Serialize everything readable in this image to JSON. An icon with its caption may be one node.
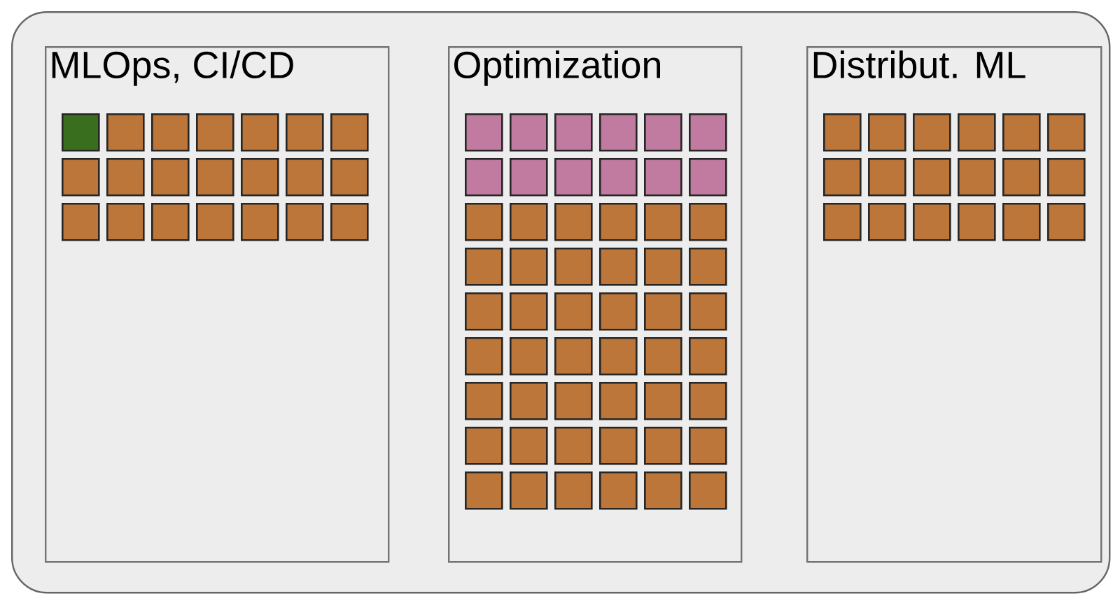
{
  "diagram": {
    "nodes": [
      {
        "text": [],
        "shape": "box"
      },
      {
        "text": [
          "MLOps, CI/CD"
        ],
        "in": 0
      },
      {
        "text": [],
        "shape": "box",
        "in": 1
      },
      {
        "text": [],
        "shape": "box",
        "in": 1
      },
      {
        "text": [],
        "shape": "box",
        "in": 1
      },
      {
        "text": [],
        "shape": "box",
        "in": 1
      },
      {
        "text": [],
        "shape": "box",
        "in": 1
      },
      {
        "text": [],
        "shape": "box",
        "in": 1
      },
      {
        "text": [],
        "shape": "box",
        "in": 1
      },
      {
        "text": [],
        "shape": "box",
        "in": 1
      },
      {
        "text": [],
        "shape": "box",
        "in": 1
      },
      {
        "text": [],
        "shape": "box",
        "in": 1
      },
      {
        "text": [],
        "shape": "box",
        "in": 1
      },
      {
        "text": [],
        "shape": "box",
        "in": 1
      },
      {
        "text": [],
        "shape": "box",
        "in": 1
      },
      {
        "text": [],
        "shape": "box",
        "in": 1
      },
      {
        "text": [],
        "shape": "box",
        "in": 1
      },
      {
        "text": [],
        "shape": "box",
        "in": 1
      },
      {
        "text": [],
        "shape": "box",
        "in": 1
      },
      {
        "text": [],
        "shape": "box",
        "in": 1
      },
      {
        "text": [],
        "shape": "box",
        "in": 1
      },
      {
        "text": [],
        "shape": "box",
        "in": 1
      },
      {
        "text": [],
        "shape": "box",
        "in": 1
      },
      {
        "text": [
          "Optimization"
        ],
        "in": 0
      },
      {
        "text": [],
        "shape": "box",
        "in": 23
      },
      {
        "text": [],
        "shape": "box",
        "in": 23
      },
      {
        "text": [],
        "shape": "box",
        "in": 23
      },
      {
        "text": [],
        "shape": "box",
        "in": 23
      },
      {
        "text": [],
        "shape": "box",
        "in": 23
      },
      {
        "text": [],
        "shape": "box",
        "in": 23
      },
      {
        "text": [],
        "shape": "box",
        "in": 23
      },
      {
        "text": [],
        "shape": "box",
        "in": 23
      },
      {
        "text": [],
        "shape": "box",
        "in": 23
      },
      {
        "text": [],
        "shape": "box",
        "in": 23
      },
      {
        "text": [],
        "shape": "box",
        "in": 23
      },
      {
        "text": [],
        "shape": "box",
        "in": 23
      },
      {
        "text": [],
        "shape": "box",
        "in": 23
      },
      {
        "text": [],
        "shape": "box",
        "in": 23
      },
      {
        "text": [],
        "shape": "box",
        "in": 23
      },
      {
        "text": [],
        "shape": "box",
        "in": 23
      },
      {
        "text": [],
        "shape": "box",
        "in": 23
      },
      {
        "text": [],
        "shape": "box",
        "in": 23
      },
      {
        "text": [],
        "shape": "box",
        "in": 23
      },
      {
        "text": [],
        "shape": "box",
        "in": 23
      },
      {
        "text": [],
        "shape": "box",
        "in": 23
      },
      {
        "text": [],
        "shape": "box",
        "in": 23
      },
      {
        "text": [],
        "shape": "box",
        "in": 23
      },
      {
        "text": [],
        "shape": "box",
        "in": 23
      },
      {
        "text": [],
        "shape": "box",
        "in": 23
      },
      {
        "text": [],
        "shape": "box",
        "in": 23
      },
      {
        "text": [],
        "shape": "box",
        "in": 23
      },
      {
        "text": [],
        "shape": "box",
        "in": 23
      },
      {
        "text": [],
        "shape": "box",
        "in": 23
      },
      {
        "text": [],
        "shape": "box",
        "in": 23
      },
      {
        "text": [],
        "shape": "box",
        "in": 23
      },
      {
        "text": [],
        "shape": "box",
        "in": 23
      },
      {
        "text": [],
        "shape": "box",
        "in": 23
      },
      {
        "text": [],
        "shape": "box",
        "in": 23
      },
      {
        "text": [],
        "shape": "box",
        "in": 23
      },
      {
        "text": [],
        "shape": "box",
        "in": 23
      },
      {
        "text": [],
        "shape": "box",
        "in": 23
      },
      {
        "text": [],
        "shape": "box",
        "in": 23
      },
      {
        "text": [],
        "shape": "box",
        "in": 23
      },
      {
        "text": [],
        "shape": "box",
        "in": 23
      },
      {
        "text": [],
        "shape": "box",
        "in": 23
      },
      {
        "text": [],
        "shape": "box",
        "in": 23
      },
      {
        "text": [],
        "shape": "box",
        "in": 23
      },
      {
        "text": [],
        "shape": "box",
        "in": 23
      },
      {
        "text": [],
        "shape": "box",
        "in": 23
      },
      {
        "text": [],
        "shape": "box",
        "in": 23
      },
      {
        "text": [],
        "shape": "box",
        "in": 23
      },
      {
        "text": [],
        "shape": "box",
        "in": 23
      },
      {
        "text": [],
        "shape": "box",
        "in": 23
      },
      {
        "text": [],
        "shape": "box",
        "in": 23
      },
      {
        "text": [],
        "shape": "box",
        "in": 23
      },
      {
        "text": [],
        "shape": "box",
        "in": 23
      },
      {
        "text": [],
        "shape": "box",
        "in": 23
      },
      {
        "text": [],
        "shape": "box",
        "in": 23
      },
      {
        "text": [
          "Distribut. ML"
        ],
        "in": 0
      },
      {
        "text": [],
        "shape": "box",
        "in": 78
      },
      {
        "text": [],
        "shape": "box",
        "in": 78
      },
      {
        "text": [],
        "shape": "box",
        "in": 78
      },
      {
        "text": [],
        "shape": "box",
        "in": 78
      },
      {
        "text": [],
        "shape": "box",
        "in": 78
      },
      {
        "text": [],
        "shape": "box",
        "in": 78
      },
      {
        "text": [],
        "shape": "box",
        "in": 78
      },
      {
        "text": [],
        "shape": "box",
        "in": 78
      },
      {
        "text": [],
        "shape": "box",
        "in": 78
      },
      {
        "text": [],
        "shape": "box",
        "in": 78
      },
      {
        "text": [],
        "shape": "box",
        "in": 78
      },
      {
        "text": [],
        "shape": "box",
        "in": 78
      },
      {
        "text": [],
        "shape": "box",
        "in": 78
      },
      {
        "text": [],
        "shape": "box",
        "in": 78
      },
      {
        "text": [],
        "shape": "box",
        "in": 78
      },
      {
        "text": [],
        "shape": "box",
        "in": 78
      },
      {
        "text": [],
        "shape": "box",
        "in": 78
      },
      {
        "text": [],
        "shape": "box",
        "in": 78
      }
    ]
  }
}
